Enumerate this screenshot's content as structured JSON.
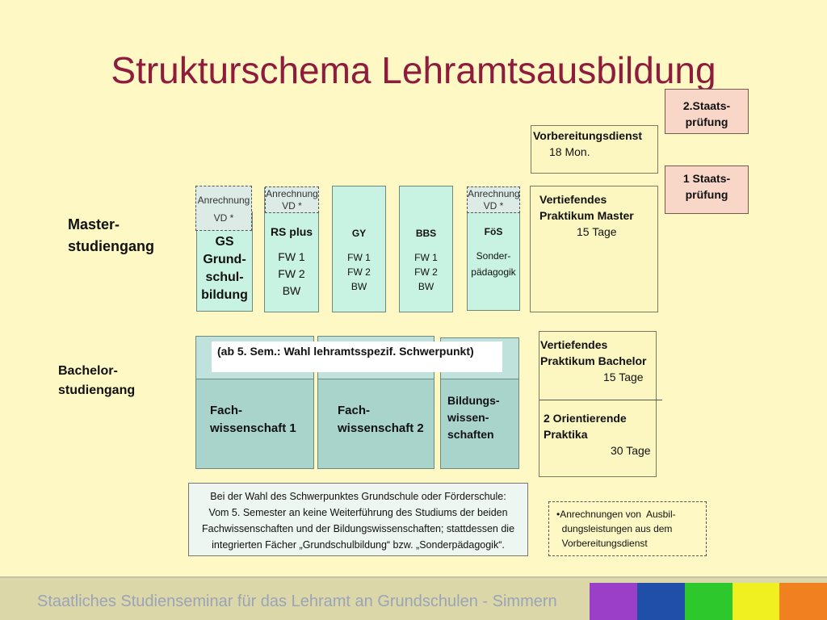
{
  "title": "Strukturschema Lehramtsausbildung",
  "master_label": "Master-\nstudiengang",
  "bachelor_label": "Bachelor-\nstudiengang",
  "staats2": "2.Staats-\nprüfung",
  "staats1": "1 Staats-\nprüfung",
  "vorbereitung": {
    "title": "Vorbereitungsdienst",
    "duration": "18 Mon."
  },
  "vertiefend_master": {
    "line1": "Vertiefendes",
    "line2": "Praktikum  Master",
    "duration": "15 Tage"
  },
  "anrechnung_gs": "Anrechnung\nVD *",
  "anrechnung_rs": "Anrechnung\nVD *",
  "anrechnung_foes": "Anrechnung\nVD *",
  "gs": {
    "title": "GS",
    "body": "Grund-\nschul-\nbildung"
  },
  "rs": {
    "title": "RS plus",
    "body": "FW 1\nFW 2\nBW"
  },
  "gy": {
    "title": "GY",
    "body": "FW 1\nFW 2\nBW"
  },
  "bbs": {
    "title": "BBS",
    "body": "FW 1\nFW 2\nBW"
  },
  "foes": {
    "title": "FöS",
    "body": "Sonder-\npädagogik"
  },
  "ab5": "(ab  5. Sem.: Wahl lehramtsspezif. Schwerpunkt)",
  "fach1": "Fach-\nwissenschaft 1",
  "fach2": "Fach-\nwissenschaft 2",
  "bildung": "Bildungs-\nwissen-\nschaften",
  "vertiefend_bachelor": {
    "line1": "Vertiefendes",
    "line2": "Praktikum Bachelor",
    "duration": "15 Tage"
  },
  "orientierend": {
    "title": "2 Orientierende\nPraktika",
    "duration": "30 Tage"
  },
  "note": "Bei der Wahl des Schwerpunktes Grundschule oder Förderschule:\nVom 5. Semester an keine Weiterführung des Studiums der beiden\nFachwissenschaften und der Bildungswissenschaften; stattdessen die\nintegrierten Fächer „Grundschulbildung“ bzw. „Sonderpädagogik“.",
  "legend": "•Anrechnungen von  Ausbil-\n  dungsleistungen aus dem\n  Vorbereitungsdienst",
  "footer": "Staatliches Studienseminar für das Lehramt an Grundschulen  - Simmern",
  "colors": {
    "title": "#8e1c3c",
    "mint": "#c8f2e2",
    "teal": "#a8d4cc",
    "pink": "#f8d6c8",
    "cream": "#fcf7c0"
  },
  "footer_stripes": [
    "#9b3fc8",
    "#1f4fa8",
    "#2cc82c",
    "#f0f020",
    "#f08020"
  ]
}
